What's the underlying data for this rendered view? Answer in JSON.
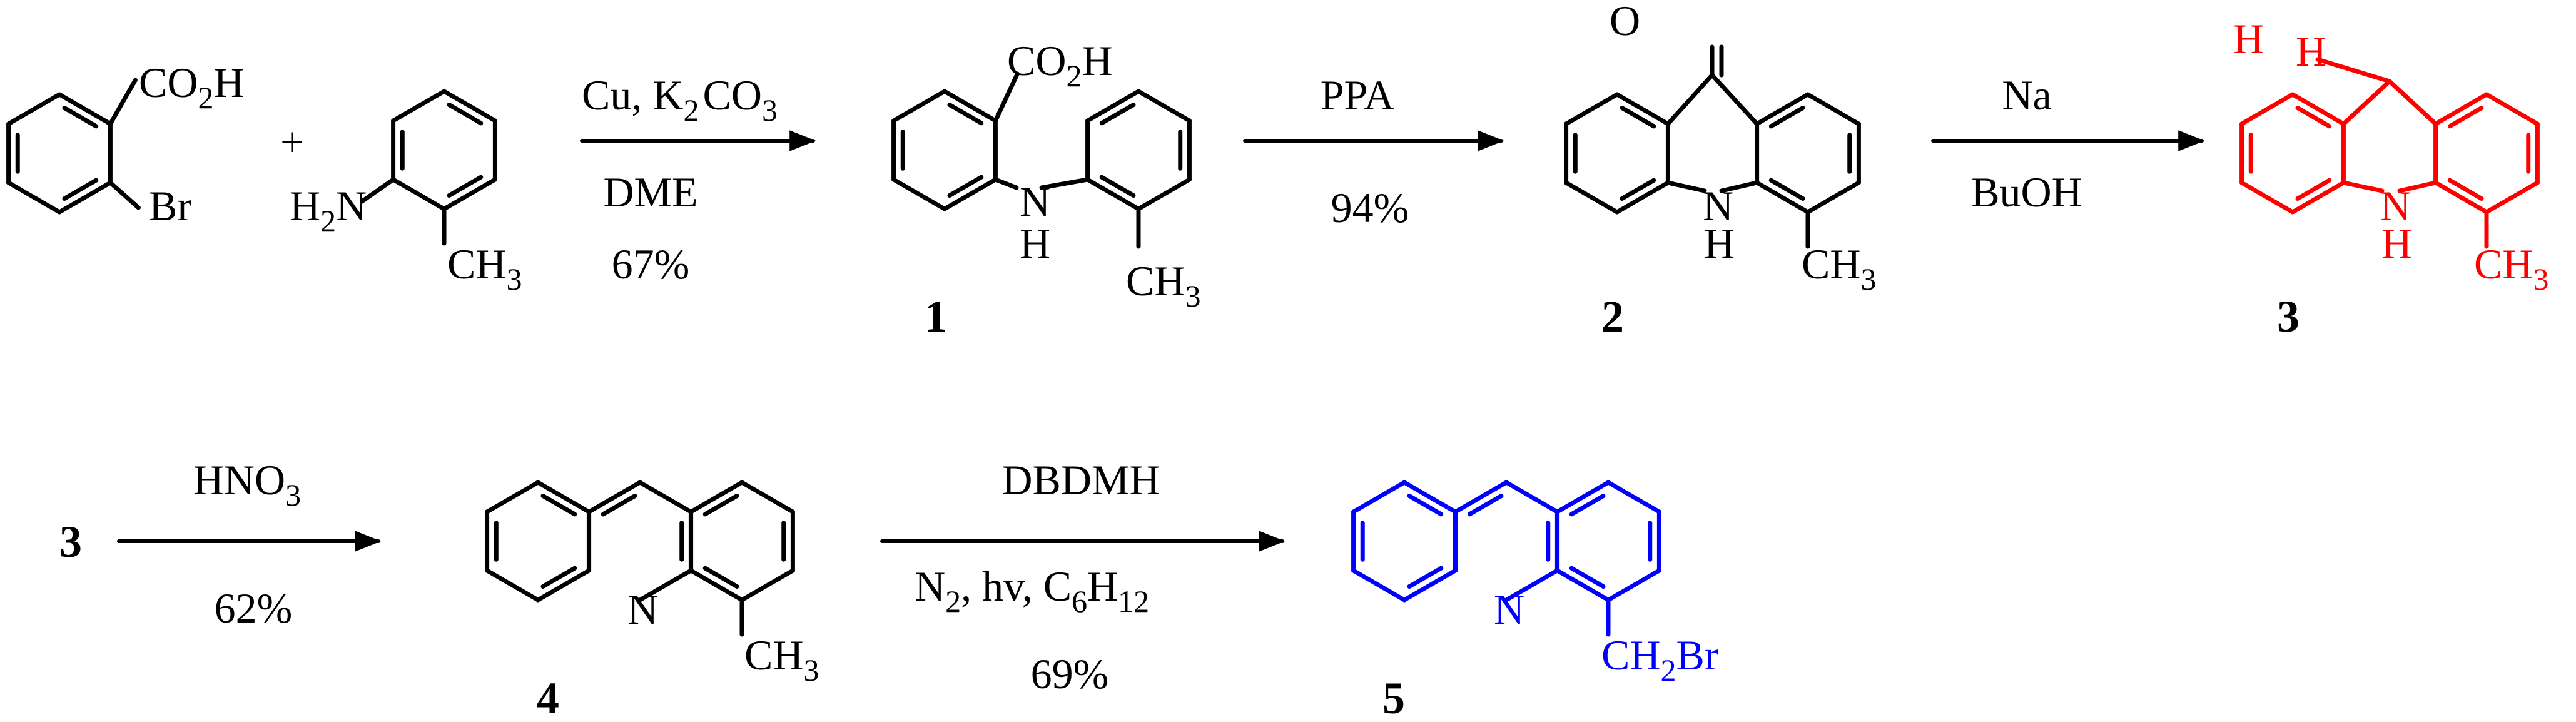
{
  "colors": {
    "default": "#000000",
    "highlight_red": "#ff0000",
    "highlight_blue": "#0000ff"
  },
  "reactants": {
    "bromobenzoic_acid": {
      "co2h": "CO",
      "co2h_sub": "2",
      "co2h_h": "H",
      "br": "Br"
    },
    "plus": "+",
    "toluidine": {
      "h": "H",
      "h_sub": "2",
      "n": "N",
      "ch": "CH",
      "ch_sub": "3"
    }
  },
  "step1": {
    "reagent_a": "Cu, K",
    "reagent_a_sub": "2",
    "reagent_b": "CO",
    "reagent_b_sub": "3",
    "solvent": "DME",
    "yield": "67%"
  },
  "compound1": {
    "label": "1",
    "co2h": "CO",
    "co2h_sub": "2",
    "co2h_h": "H",
    "n": "N",
    "h": "H",
    "ch": "CH",
    "ch_sub": "3"
  },
  "step2": {
    "reagent": "PPA",
    "yield": "94%"
  },
  "compound2": {
    "label": "2",
    "o": "O",
    "n": "N",
    "h": "H",
    "ch": "CH",
    "ch_sub": "3"
  },
  "step3": {
    "reagent": "Na",
    "solvent": "BuOH"
  },
  "compound3": {
    "label": "3",
    "h_left": "H",
    "h_right": "H",
    "n": "N",
    "h": "H",
    "ch": "CH",
    "ch_sub": "3",
    "color": "#ff0000"
  },
  "row2_start": {
    "label": "3"
  },
  "step4": {
    "reagent": "HNO",
    "reagent_sub": "3",
    "yield": "62%"
  },
  "compound4": {
    "label": "4",
    "n": "N",
    "ch": "CH",
    "ch_sub": "3"
  },
  "step5": {
    "reagent": "DBDMH",
    "cond_a": "N",
    "cond_a_sub": "2",
    "cond_b": ", hv, C",
    "cond_b_sub": "6",
    "cond_c": "H",
    "cond_c_sub": "12",
    "yield": "69%"
  },
  "compound5": {
    "label": "5",
    "n": "N",
    "ch": "CH",
    "ch_sub": "2",
    "br": "Br",
    "color": "#0000ff"
  }
}
